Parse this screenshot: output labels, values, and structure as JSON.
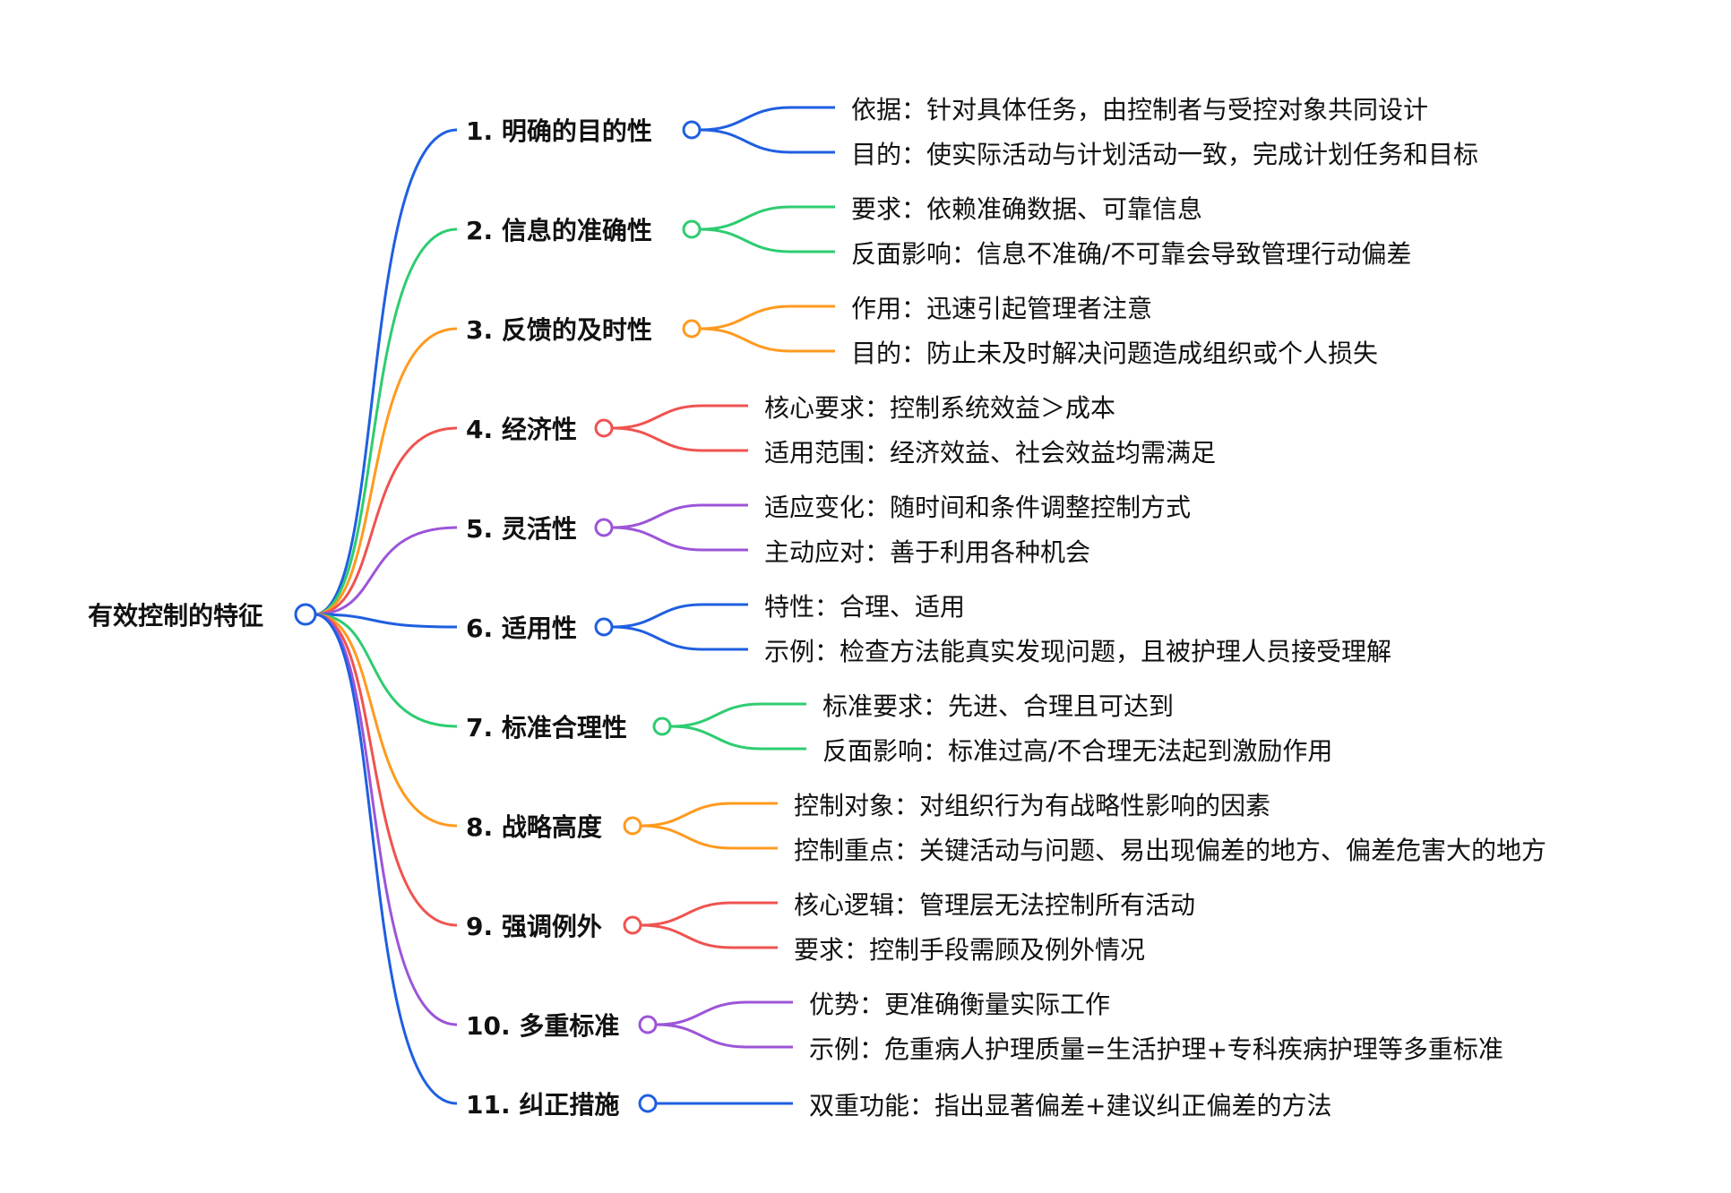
{
  "root": {
    "label": "有效控制的特征",
    "color": "#1f5fe0"
  },
  "branches": [
    {
      "label": "1. 明确的目的性",
      "color": "#1f5fe0",
      "children": [
        "依据：针对具体任务，由控制者与受控对象共同设计",
        "目的：使实际活动与计划活动一致，完成计划任务和目标"
      ]
    },
    {
      "label": "2. 信息的准确性",
      "color": "#2ecc71",
      "children": [
        "要求：依赖准确数据、可靠信息",
        "反面影响：信息不准确/不可靠会导致管理行动偏差"
      ]
    },
    {
      "label": "3. 反馈的及时性",
      "color": "#ff9a1f",
      "children": [
        "作用：迅速引起管理者注意",
        "目的：防止未及时解决问题造成组织或个人损失"
      ]
    },
    {
      "label": "4. 经济性",
      "color": "#ef5350",
      "children": [
        "核心要求：控制系统效益＞成本",
        "适用范围：经济效益、社会效益均需满足"
      ]
    },
    {
      "label": "5. 灵活性",
      "color": "#9c55d8",
      "children": [
        "适应变化：随时间和条件调整控制方式",
        "主动应对：善于利用各种机会"
      ]
    },
    {
      "label": "6. 适用性",
      "color": "#1f5fe0",
      "children": [
        "特性：合理、适用",
        "示例：检查方法能真实发现问题，且被护理人员接受理解"
      ]
    },
    {
      "label": "7. 标准合理性",
      "color": "#2ecc71",
      "children": [
        "标准要求：先进、合理且可达到",
        "反面影响：标准过高/不合理无法起到激励作用"
      ]
    },
    {
      "label": "8. 战略高度",
      "color": "#ff9a1f",
      "children": [
        "控制对象：对组织行为有战略性影响的因素",
        "控制重点：关键活动与问题、易出现偏差的地方、偏差危害大的地方"
      ]
    },
    {
      "label": "9. 强调例外",
      "color": "#ef5350",
      "children": [
        "核心逻辑：管理层无法控制所有活动",
        "要求：控制手段需顾及例外情况"
      ]
    },
    {
      "label": "10. 多重标准",
      "color": "#9c55d8",
      "children": [
        "优势：更准确衡量实际工作",
        "示例：危重病人护理质量=生活护理+专科疾病护理等多重标准"
      ]
    },
    {
      "label": "11. 纠正措施",
      "color": "#1f5fe0",
      "children": [
        "双重功能：指出显著偏差+建议纠正偏差的方法"
      ]
    }
  ]
}
